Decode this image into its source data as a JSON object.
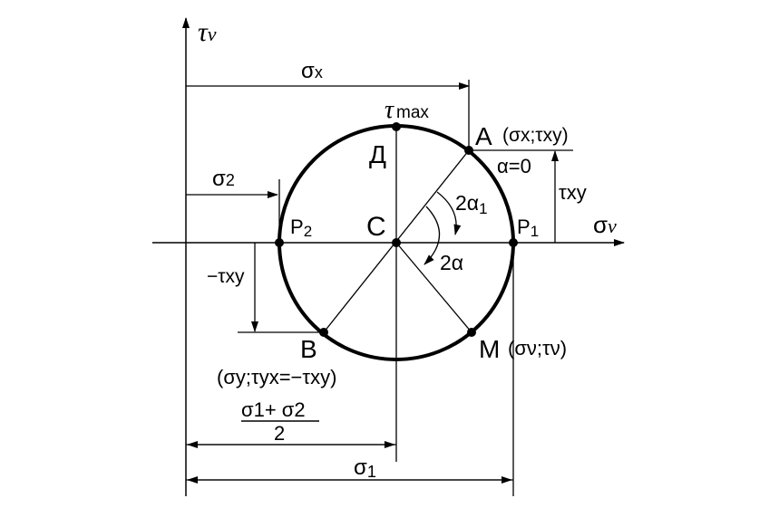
{
  "labels": {
    "tau_v_axis": "τ",
    "tau_v_axis_sub": "ν",
    "sigma_v_axis": "σ",
    "sigma_v_axis_sub": "ν",
    "sigma_x": "σ",
    "sigma_x_sub": "x",
    "tau_max": "τ",
    "tau_max_sub": "max",
    "point_d": "Д",
    "point_a": "A",
    "point_a_coords": "(σx;τxy)",
    "alpha_zero": "α=0",
    "tau_xy": "τxy",
    "sigma_2": "σ",
    "sigma_2_sub": "2",
    "p2": "P",
    "p2_sub": "2",
    "center_c": "C",
    "two_alpha_1": "2α",
    "two_alpha_1_sub": "1",
    "p1": "P",
    "p1_sub": "1",
    "two_alpha": "2α",
    "neg_tau_xy": "−τxy",
    "point_b": "B",
    "point_b_coords": "(σy;τyx=−τxy)",
    "point_m": "M",
    "point_m_coords": "(σν;τν)",
    "avg_numerator": "σ1+ σ2",
    "avg_denominator": "2",
    "sigma_1": "σ",
    "sigma_1_sub": "1"
  },
  "colors": {
    "ink": "#000000",
    "background": "#ffffff"
  }
}
